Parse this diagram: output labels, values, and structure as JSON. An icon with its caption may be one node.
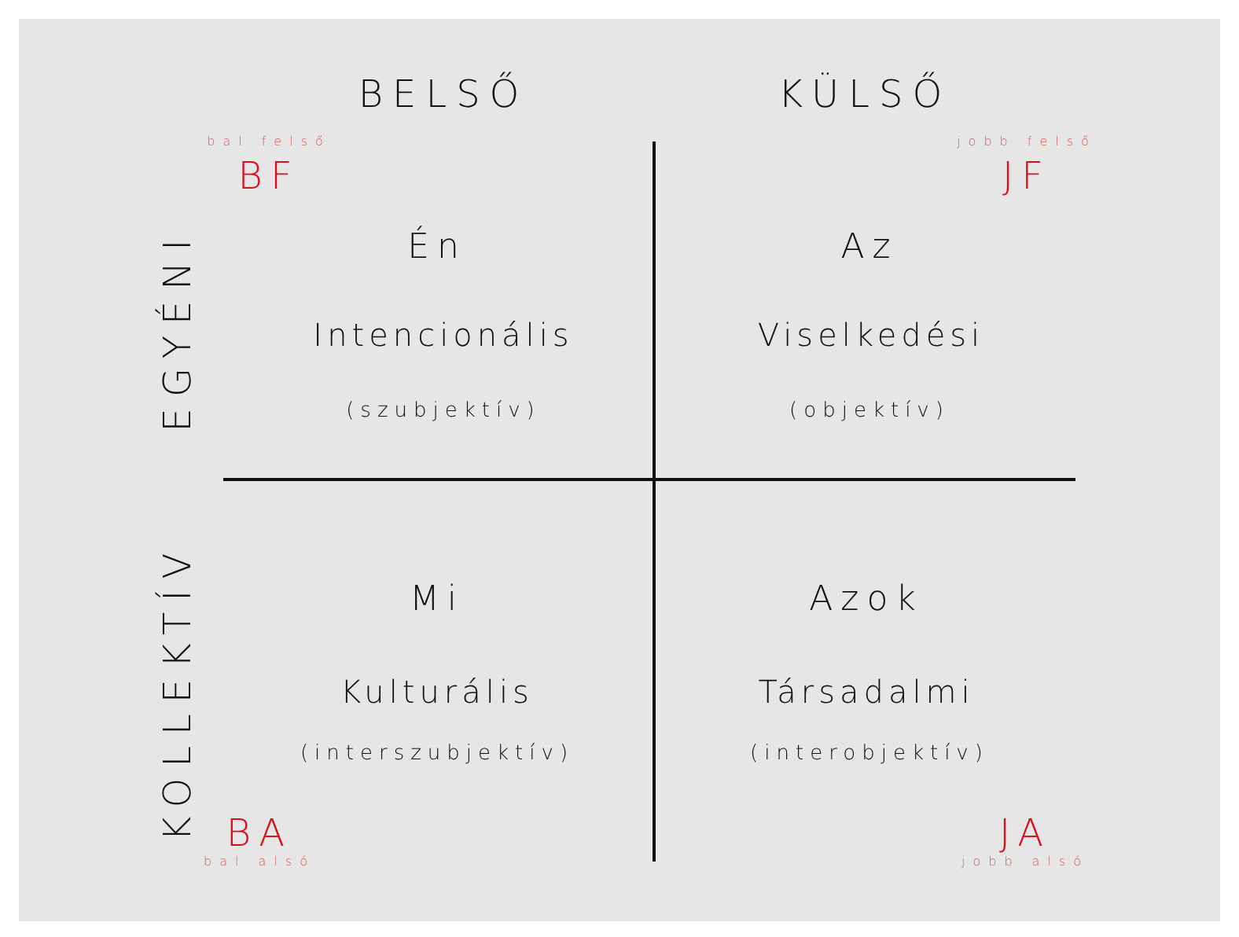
{
  "diagram": {
    "labels": [
      "BELSŐ",
      "KÜLSŐ",
      "bal felső",
      "jobb felső",
      "BF",
      "JF",
      "EGYÉNI",
      "Én",
      "Az",
      "Intencionális",
      "Viselkedési",
      "(szubjektív)",
      "(objektív)",
      "KOLLEKTÍV",
      "Mi",
      "Azok",
      "Kulturális",
      "Társadalmi",
      "(interszubjektív)",
      "(interobjektív)",
      "BA",
      "JA",
      "bal alsó",
      "jobb alsó"
    ]
  }
}
